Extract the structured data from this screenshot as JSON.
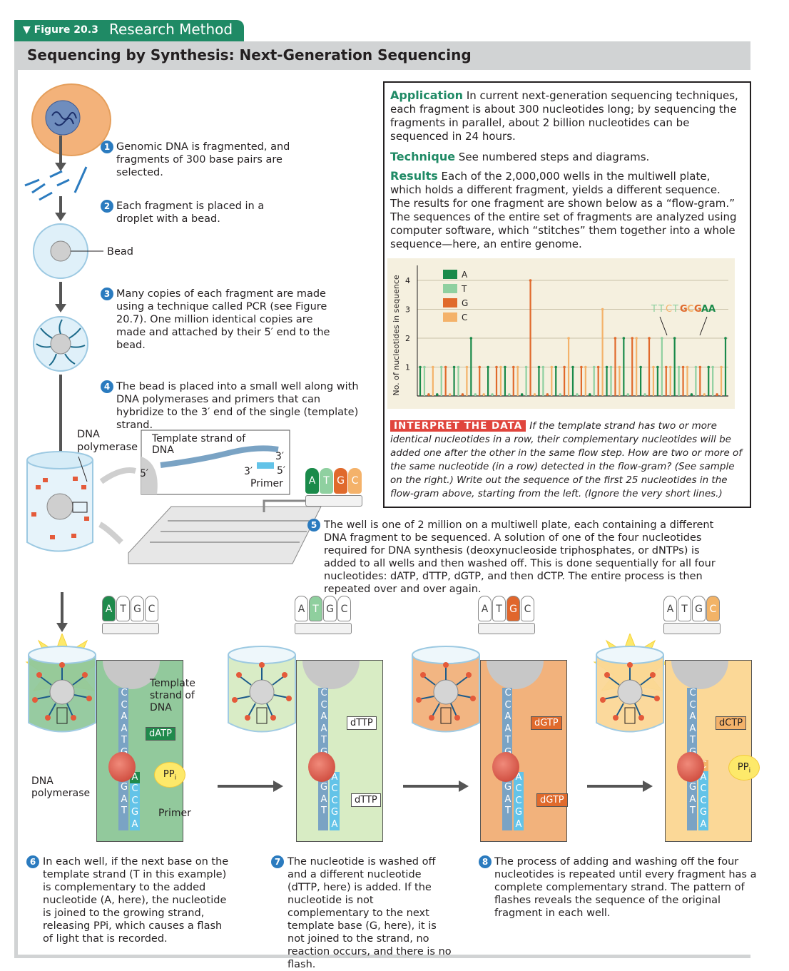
{
  "figure": {
    "label": "▼ Figure 20.3",
    "name": "Research Method",
    "title": "Sequencing by Synthesis: Next-Generation Sequencing"
  },
  "steps": [
    {
      "n": "1",
      "text": "Genomic DNA is fragmented, and fragments of 300 base pairs are selected."
    },
    {
      "n": "2",
      "text": "Each fragment is placed in a droplet with a bead."
    },
    {
      "n": "3",
      "text": "Many copies of each fragment are made using a technique called PCR (see Figure 20.7). One million identical copies are made and attached by their 5′ end to the bead."
    },
    {
      "n": "4",
      "text": "The bead is placed into a small well along with DNA polymerases and primers that can hybridize to the 3′ end of the single (template) strand."
    },
    {
      "n": "5",
      "text": "The well is one of 2 million on a multiwell plate, each containing a different DNA fragment to be sequenced. A solution of one of the four nucleotides required for DNA synthesis (deoxynucleoside triphosphates, or dNTPs)  is added to all wells and then washed off. This is done sequentially for all four nucleotides: dATP, dTTP, dGTP, and then dCTP. The entire process is then repeated over and over again."
    },
    {
      "n": "6",
      "text": "In each well, if the next base on the template strand (T in this example) is complementary to the added nucleotide (A, here), the nucleotide is joined to the growing strand, releasing PPi, which causes a flash of light that is recorded."
    },
    {
      "n": "7",
      "text": "The nucleotide is washed off and a different nucleotide (dTTP, here) is added. If the nucleotide is not complementary to the next template base (G, here), it is not joined to the strand, no reaction occurs, and there is no flash."
    },
    {
      "n": "8",
      "text": "The process of adding and washing off the four nucleotides is repeated until every fragment has a complete complementary strand. The pattern of flashes reveals the sequence of the original fragment in each well."
    }
  ],
  "labels": {
    "bead": "Bead",
    "dna_polymerase": "DNA polymerase",
    "template_strand": "Template strand of DNA",
    "five_prime": "5′",
    "three_prime": "3′",
    "primer": "Primer",
    "ppi": "PP",
    "ppi_sub": "i",
    "template_strand_short": "Template strand of DNA",
    "primer2": "Primer",
    "dna_polymerase2": "DNA polymerase"
  },
  "nucleotides": [
    "A",
    "T",
    "G",
    "C"
  ],
  "dntps": [
    "dATP",
    "dTTP",
    "dGTP",
    "dCTP"
  ],
  "template_seq": [
    "C",
    "C",
    "A",
    "A",
    "T",
    "G",
    "T",
    "G",
    "G",
    "A",
    "T"
  ],
  "panels": [
    {
      "added": "dATP",
      "color": "#1f8a4c",
      "bg": "#92c99c",
      "growing": [
        "A",
        "C",
        "C",
        "G",
        "A"
      ]
    },
    {
      "added": "dTTP",
      "color": "#8fcf9e",
      "bg": "#d8ecc4",
      "growing": [
        "A",
        "C",
        "C",
        "G",
        "A"
      ]
    },
    {
      "added": "dGTP",
      "color": "#e0662c",
      "bg": "#f2b27c",
      "growing": [
        "A",
        "C",
        "C",
        "G",
        "A"
      ]
    },
    {
      "added": "dCTP",
      "color": "#f2b367",
      "bg": "#fbd897",
      "growing": [
        "C",
        "A",
        "C",
        "C",
        "G",
        "A"
      ]
    }
  ],
  "info": {
    "application_head": "Application",
    "application": "In current next-generation sequencing techniques, each fragment is about 300 nucleotides long; by sequencing the fragments in parallel, about 2 billion nucleotides can be sequenced in 24 hours.",
    "technique_head": "Technique",
    "technique": "See numbered steps and diagrams.",
    "results_head": "Results",
    "results": "Each of the 2,000,000 wells in the multiwell plate, which holds a different fragment, yields a different sequence. The results for one fragment are shown below as a “flow-gram.” The sequences of the entire set of fragments are analyzed using computer software, which “stitches” them together into a whole sequence—here, an entire genome.",
    "interpret_tag": "INTERPRET THE DATA",
    "interpret": "If the template strand has two or more identical nucleotides in a row, their complementary nucleotides will be added one after the other in the same flow step. How are two or more of the same nucleotide (in a row) detected in the flow-gram? (See sample on the right.) Write out the sequence of the first 25 nucleotides in the flow-gram above, starting from the left. (Ignore the very short lines.)"
  },
  "chart_data": {
    "type": "bar",
    "ylabel": "No. of nucleotides in sequence",
    "yticks": [
      "1",
      "2",
      "3",
      "4"
    ],
    "ylim": [
      0,
      4.5
    ],
    "legend": [
      {
        "name": "A",
        "color": "#1a8a4a"
      },
      {
        "name": "T",
        "color": "#8fd0a0"
      },
      {
        "name": "G",
        "color": "#e06a2c"
      },
      {
        "name": "C",
        "color": "#f4b26a"
      }
    ],
    "annotation": {
      "text": [
        "T",
        "T",
        "C",
        "T",
        "G",
        "C",
        "G",
        "A",
        "A"
      ],
      "colors": [
        "#8fd0a0",
        "#8fd0a0",
        "#f4b26a",
        "#8fd0a0",
        "#e06a2c",
        "#f4b26a",
        "#e06a2c",
        "#1a8a4a",
        "#1a8a4a"
      ]
    },
    "flows": [
      {
        "base": "A",
        "value": 1
      },
      {
        "base": "T",
        "value": 1
      },
      {
        "base": "G",
        "value": 0.05
      },
      {
        "base": "C",
        "value": 1
      },
      {
        "base": "A",
        "value": 0.05
      },
      {
        "base": "T",
        "value": 1
      },
      {
        "base": "G",
        "value": 1
      },
      {
        "base": "C",
        "value": 0.05
      },
      {
        "base": "A",
        "value": 1
      },
      {
        "base": "T",
        "value": 1
      },
      {
        "base": "G",
        "value": 0.05
      },
      {
        "base": "C",
        "value": 1
      },
      {
        "base": "A",
        "value": 2
      },
      {
        "base": "T",
        "value": 0.05
      },
      {
        "base": "G",
        "value": 1
      },
      {
        "base": "C",
        "value": 0.05
      },
      {
        "base": "A",
        "value": 1
      },
      {
        "base": "T",
        "value": 0.05
      },
      {
        "base": "G",
        "value": 1
      },
      {
        "base": "C",
        "value": 1
      },
      {
        "base": "A",
        "value": 1
      },
      {
        "base": "T",
        "value": 0.05
      },
      {
        "base": "G",
        "value": 1
      },
      {
        "base": "C",
        "value": 1
      },
      {
        "base": "A",
        "value": 0.05
      },
      {
        "base": "T",
        "value": 1
      },
      {
        "base": "G",
        "value": 4
      },
      {
        "base": "C",
        "value": 0.05
      },
      {
        "base": "A",
        "value": 1
      },
      {
        "base": "T",
        "value": 1
      },
      {
        "base": "G",
        "value": 0.05
      },
      {
        "base": "C",
        "value": 1
      },
      {
        "base": "A",
        "value": 1
      },
      {
        "base": "T",
        "value": 0.05
      },
      {
        "base": "G",
        "value": 1
      },
      {
        "base": "C",
        "value": 2
      },
      {
        "base": "A",
        "value": 1
      },
      {
        "base": "T",
        "value": 0.05
      },
      {
        "base": "G",
        "value": 1
      },
      {
        "base": "C",
        "value": 1
      },
      {
        "base": "A",
        "value": 0.05
      },
      {
        "base": "T",
        "value": 1
      },
      {
        "base": "G",
        "value": 1
      },
      {
        "base": "C",
        "value": 3
      },
      {
        "base": "A",
        "value": 1
      },
      {
        "base": "T",
        "value": 1
      },
      {
        "base": "G",
        "value": 2
      },
      {
        "base": "C",
        "value": 1
      },
      {
        "base": "A",
        "value": 2
      },
      {
        "base": "T",
        "value": 0.05
      },
      {
        "base": "G",
        "value": 2
      },
      {
        "base": "C",
        "value": 2
      },
      {
        "base": "A",
        "value": 1
      },
      {
        "base": "T",
        "value": 0.05
      },
      {
        "base": "G",
        "value": 2
      },
      {
        "base": "C",
        "value": 1
      },
      {
        "base": "A",
        "value": 1
      },
      {
        "base": "T",
        "value": 2
      },
      {
        "base": "G",
        "value": 1
      },
      {
        "base": "C",
        "value": 1
      },
      {
        "base": "A",
        "value": 2
      },
      {
        "base": "T",
        "value": 1
      },
      {
        "base": "G",
        "value": 1
      },
      {
        "base": "C",
        "value": 1
      },
      {
        "base": "A",
        "value": 0.05
      },
      {
        "base": "T",
        "value": 1
      },
      {
        "base": "G",
        "value": 1
      },
      {
        "base": "C",
        "value": 0.05
      },
      {
        "base": "A",
        "value": 1
      },
      {
        "base": "T",
        "value": 1
      },
      {
        "base": "G",
        "value": 0.05
      },
      {
        "base": "C",
        "value": 1
      },
      {
        "base": "A",
        "value": 2
      }
    ]
  }
}
